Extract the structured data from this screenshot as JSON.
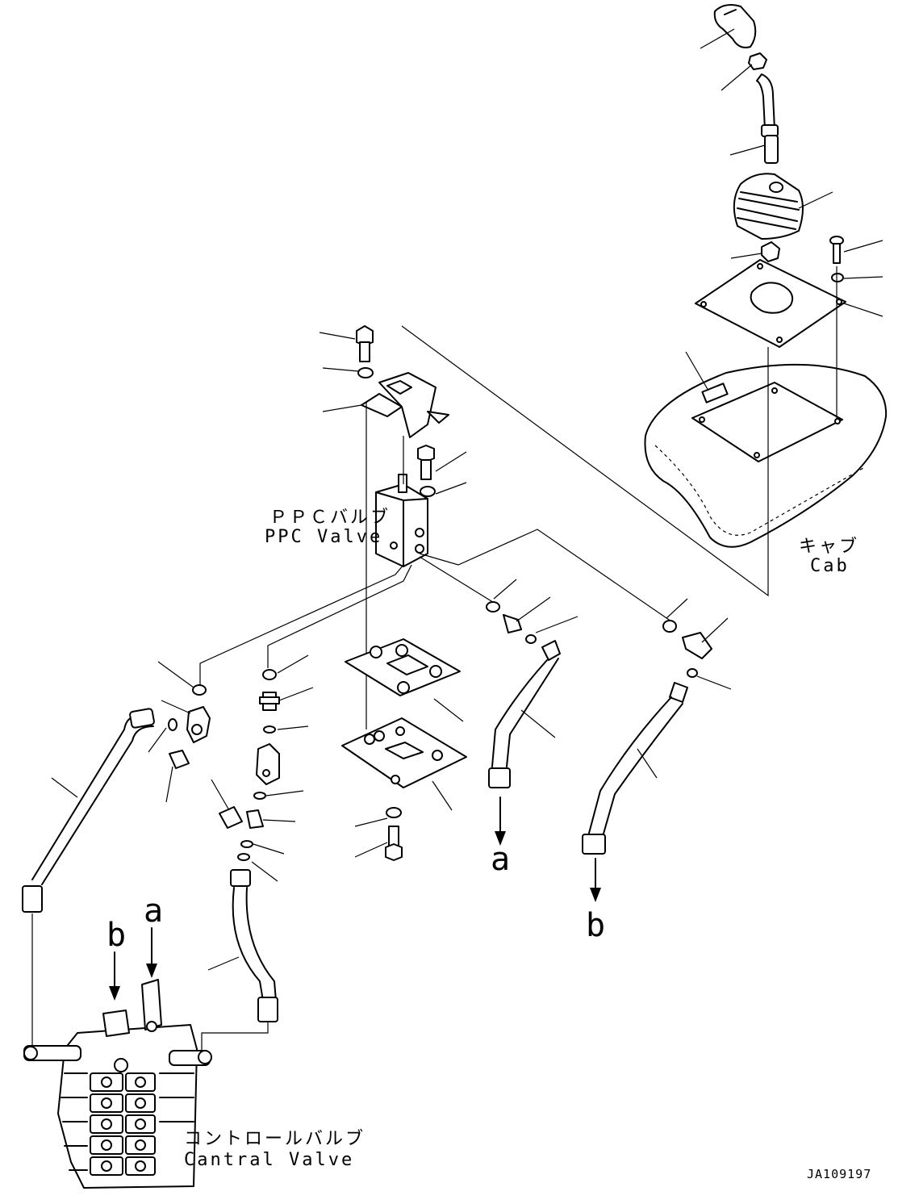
{
  "labels": {
    "ppc_valve_jp": "ＰＰＣバルブ",
    "ppc_valve_en": "PPC Valve",
    "cab_jp": "キャブ",
    "cab_en": "Cab",
    "control_valve_jp": "コントロールバルブ",
    "control_valve_en": "Cantral Valve",
    "drawing_code": "JA109197"
  },
  "connection_markers": {
    "a_top": "a",
    "b_top": "b",
    "a_bottom": "a",
    "b_bottom": "b"
  }
}
